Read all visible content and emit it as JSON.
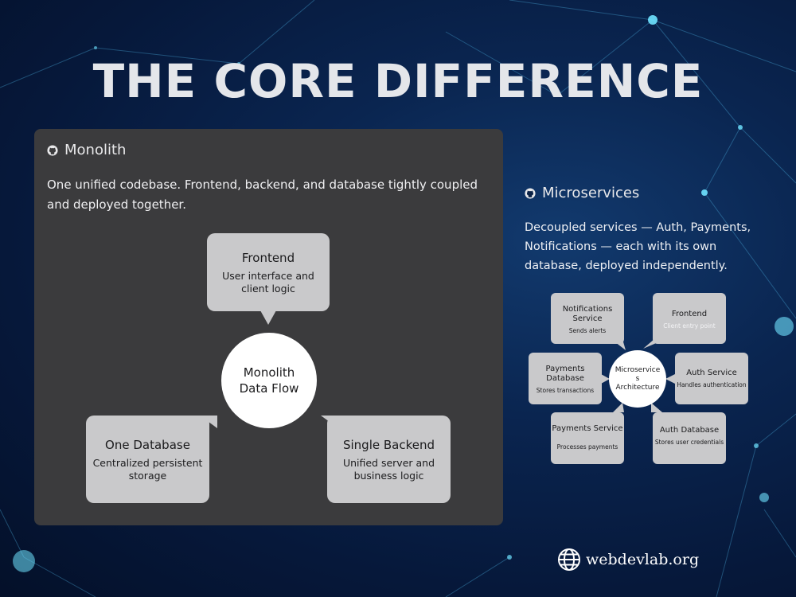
{
  "title": "THE CORE DIFFERENCE",
  "monolith": {
    "heading": "Monolith",
    "description": "One unified codebase. Frontend, backend, and database tightly coupled and deployed together.",
    "center": [
      "Monolith",
      "Data Flow"
    ],
    "nodes": [
      {
        "title": "Frontend",
        "sub": [
          "User interface and",
          "client logic"
        ]
      },
      {
        "title": "One Database",
        "sub": [
          "Centralized persistent",
          "storage"
        ]
      },
      {
        "title": "Single Backend",
        "sub": [
          "Unified server and",
          "business logic"
        ]
      }
    ]
  },
  "microservices": {
    "heading": "Microservices",
    "description": "Decoupled services — Auth, Payments, Notifications — each with its own database, deployed independently.",
    "center": [
      "Microservice",
      "s",
      "Architecture"
    ],
    "nodes": [
      {
        "title": [
          "Notifications",
          "Service"
        ],
        "sub": "Sends alerts"
      },
      {
        "title": [
          "Frontend"
        ],
        "sub": "Client entry point"
      },
      {
        "title": [
          "Payments",
          "Database"
        ],
        "sub": "Stores transactions"
      },
      {
        "title": [
          "Auth Service"
        ],
        "sub": "Handles authentication"
      },
      {
        "title": [
          "Payments Service"
        ],
        "sub": "Processes payments"
      },
      {
        "title": [
          "Auth Database"
        ],
        "sub": "Stores user credentials"
      }
    ]
  },
  "brand": "webdevlab.org"
}
